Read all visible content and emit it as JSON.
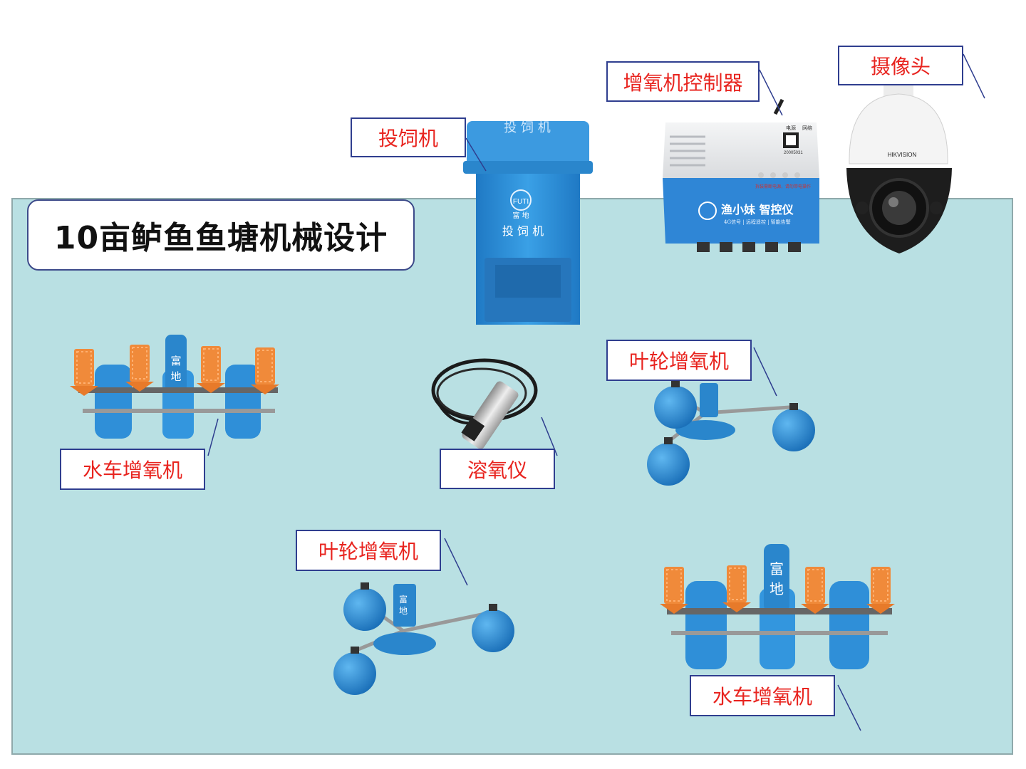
{
  "title": "10亩鲈鱼鱼塘机械设计",
  "labels": {
    "feeder": "投饲机",
    "controller": "增氧机控制器",
    "camera": "摄像头",
    "waterwheel_left": "水车增氧机",
    "do_meter": "溶氧仪",
    "impeller_right": "叶轮增氧机",
    "impeller_bottom": "叶轮增氧机",
    "waterwheel_right": "水车增氧机"
  },
  "device_text": {
    "feeder_top": "投 饲 机",
    "feeder_front": "投 饲 机",
    "feeder_brand": "富 地",
    "feeder_logo": "FUTI",
    "controller_brand": "渔小妹 智控仪",
    "controller_sub": "4G信号 | 远程遥控 | 智能告警",
    "controller_led1": "电源",
    "controller_led2": "网络",
    "controller_warning": "拆装需断电源，请勿带电操作",
    "controller_serial": "20005031",
    "camera_brand": "HIKVISION",
    "aerator_brand_1": "富",
    "aerator_brand_2": "地"
  },
  "colors": {
    "pond": "#b9e0e3",
    "label_text": "#e8241f",
    "label_border": "#2f3e8f",
    "machine_blue": "#2e8fd6",
    "paddle_orange": "#f08a3a"
  }
}
